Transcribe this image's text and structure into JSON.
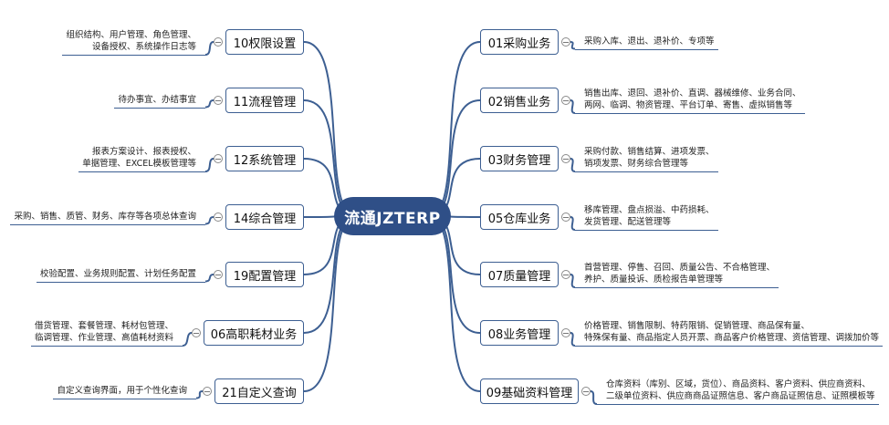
{
  "center": {
    "label": "流通JZTERP"
  },
  "branches_right": [
    {
      "label": "01采购业务",
      "lines": [
        "采购入库、退出、退补价、专项等"
      ]
    },
    {
      "label": "02销售业务",
      "lines": [
        "销售出库、退回、退补价、直调、器械维修、业务合同、",
        "两网、临调、物资管理、平台订单、寄售、虚拟销售等"
      ]
    },
    {
      "label": "03财务管理",
      "lines": [
        "采购付款、销售结算、进项发票、",
        "销项发票、财务综合管理等"
      ]
    },
    {
      "label": "05仓库业务",
      "lines": [
        "移库管理、盘点损溢、中药损耗、",
        "发货管理、配送管理等"
      ]
    },
    {
      "label": "07质量管理",
      "lines": [
        "首营管理、停售、召回、质量公告、不合格管理、",
        "养护、质量投诉、质检报告单管理等"
      ]
    },
    {
      "label": "08业务管理",
      "lines": [
        "价格管理、销售限制、特药限销、促销管理、商品保有量、",
        "特殊保有量、商品指定人员开票、商品客户价格管理、资信管理、调拨加价等"
      ]
    },
    {
      "label": "09基础资料管理",
      "lines": [
        "仓库资料（库别、区域，货位）、商品资料、客户资料、供应商资料、",
        "二级单位资料、供应商商品证照信息、客户商品证照信息、证照模板等"
      ]
    }
  ],
  "branches_left": [
    {
      "label": "10权限设置",
      "lines": [
        "组织结构、用户管理、角色管理、",
        "设备授权、系统操作日志等"
      ]
    },
    {
      "label": "11流程管理",
      "lines": [
        "待办事宜、办结事宜"
      ]
    },
    {
      "label": "12系统管理",
      "lines": [
        "报表方案设计、报表授权、",
        "单据管理、EXCEL模板管理等"
      ]
    },
    {
      "label": "14综合管理",
      "lines": [
        "采购、销售、质管、财务、库存等各项总体查询"
      ]
    },
    {
      "label": "19配置管理",
      "lines": [
        "校验配置、业务规则配置、计划任务配置"
      ]
    },
    {
      "label": "06高职耗材业务",
      "lines": [
        "借货管理、套餐管理、耗材包管理、",
        "临调管理、作业管理、高值耗材资料"
      ]
    },
    {
      "label": "21自定义查询",
      "lines": [
        "自定义查询界面，用于个性化查询"
      ]
    }
  ],
  "colors": {
    "center_fill": "#2f4f87",
    "link": "#3d5f92",
    "border": "#3d5f92"
  }
}
